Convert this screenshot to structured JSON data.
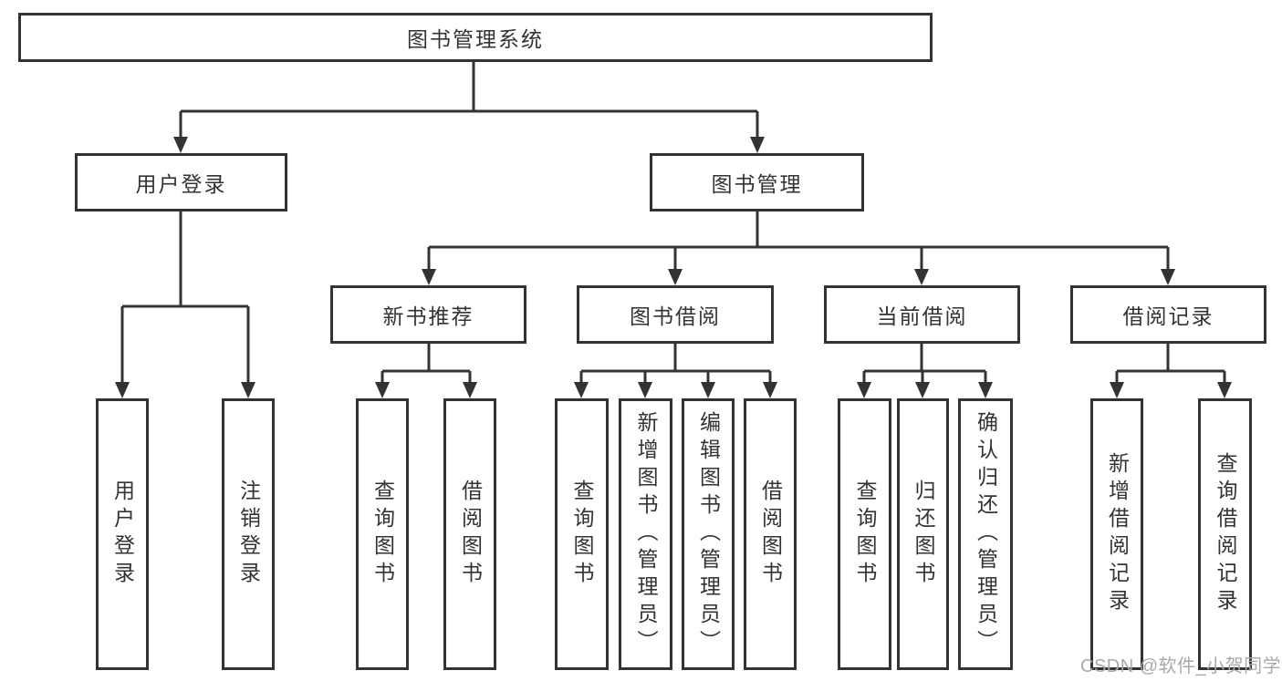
{
  "diagram": {
    "title": "图书管理系统",
    "level2": [
      {
        "id": "user-login",
        "label": "用户登录"
      },
      {
        "id": "book-management",
        "label": "图书管理"
      }
    ],
    "level3": [
      {
        "id": "new-book-recommend",
        "label": "新书推荐",
        "parent": "book-management"
      },
      {
        "id": "book-borrow",
        "label": "图书借阅",
        "parent": "book-management"
      },
      {
        "id": "current-borrow",
        "label": "当前借阅",
        "parent": "book-management"
      },
      {
        "id": "borrow-records",
        "label": "借阅记录",
        "parent": "book-management"
      }
    ],
    "leaves": [
      {
        "id": "user-login-action",
        "label": "用户登录",
        "parent": "user-login"
      },
      {
        "id": "logout-action",
        "label": "注销登录",
        "parent": "user-login"
      },
      {
        "id": "query-books-recommend",
        "label": "查询图书",
        "parent": "new-book-recommend"
      },
      {
        "id": "borrow-books-recommend",
        "label": "借阅图书",
        "parent": "new-book-recommend"
      },
      {
        "id": "query-books-borrow",
        "label": "查询图书",
        "parent": "book-borrow"
      },
      {
        "id": "add-books-admin",
        "label": "新增图书（管理员）",
        "parent": "book-borrow"
      },
      {
        "id": "edit-books-admin",
        "label": "编辑图书（管理员）",
        "parent": "book-borrow"
      },
      {
        "id": "borrow-books-borrow",
        "label": "借阅图书",
        "parent": "book-borrow"
      },
      {
        "id": "query-books-current",
        "label": "查询图书",
        "parent": "current-borrow"
      },
      {
        "id": "return-books",
        "label": "归还图书",
        "parent": "current-borrow"
      },
      {
        "id": "confirm-return-admin",
        "label": "确认归还（管理员）",
        "parent": "current-borrow"
      },
      {
        "id": "add-borrow-record",
        "label": "新增借阅记录",
        "parent": "borrow-records"
      },
      {
        "id": "query-borrow-record",
        "label": "查询借阅记录",
        "parent": "borrow-records"
      }
    ]
  },
  "watermark": {
    "text": "CSDN @软件_小贺同学"
  },
  "colors": {
    "line": "#333333",
    "text": "#333333",
    "watermark": "#a9a9a9",
    "background": "#ffffff"
  }
}
